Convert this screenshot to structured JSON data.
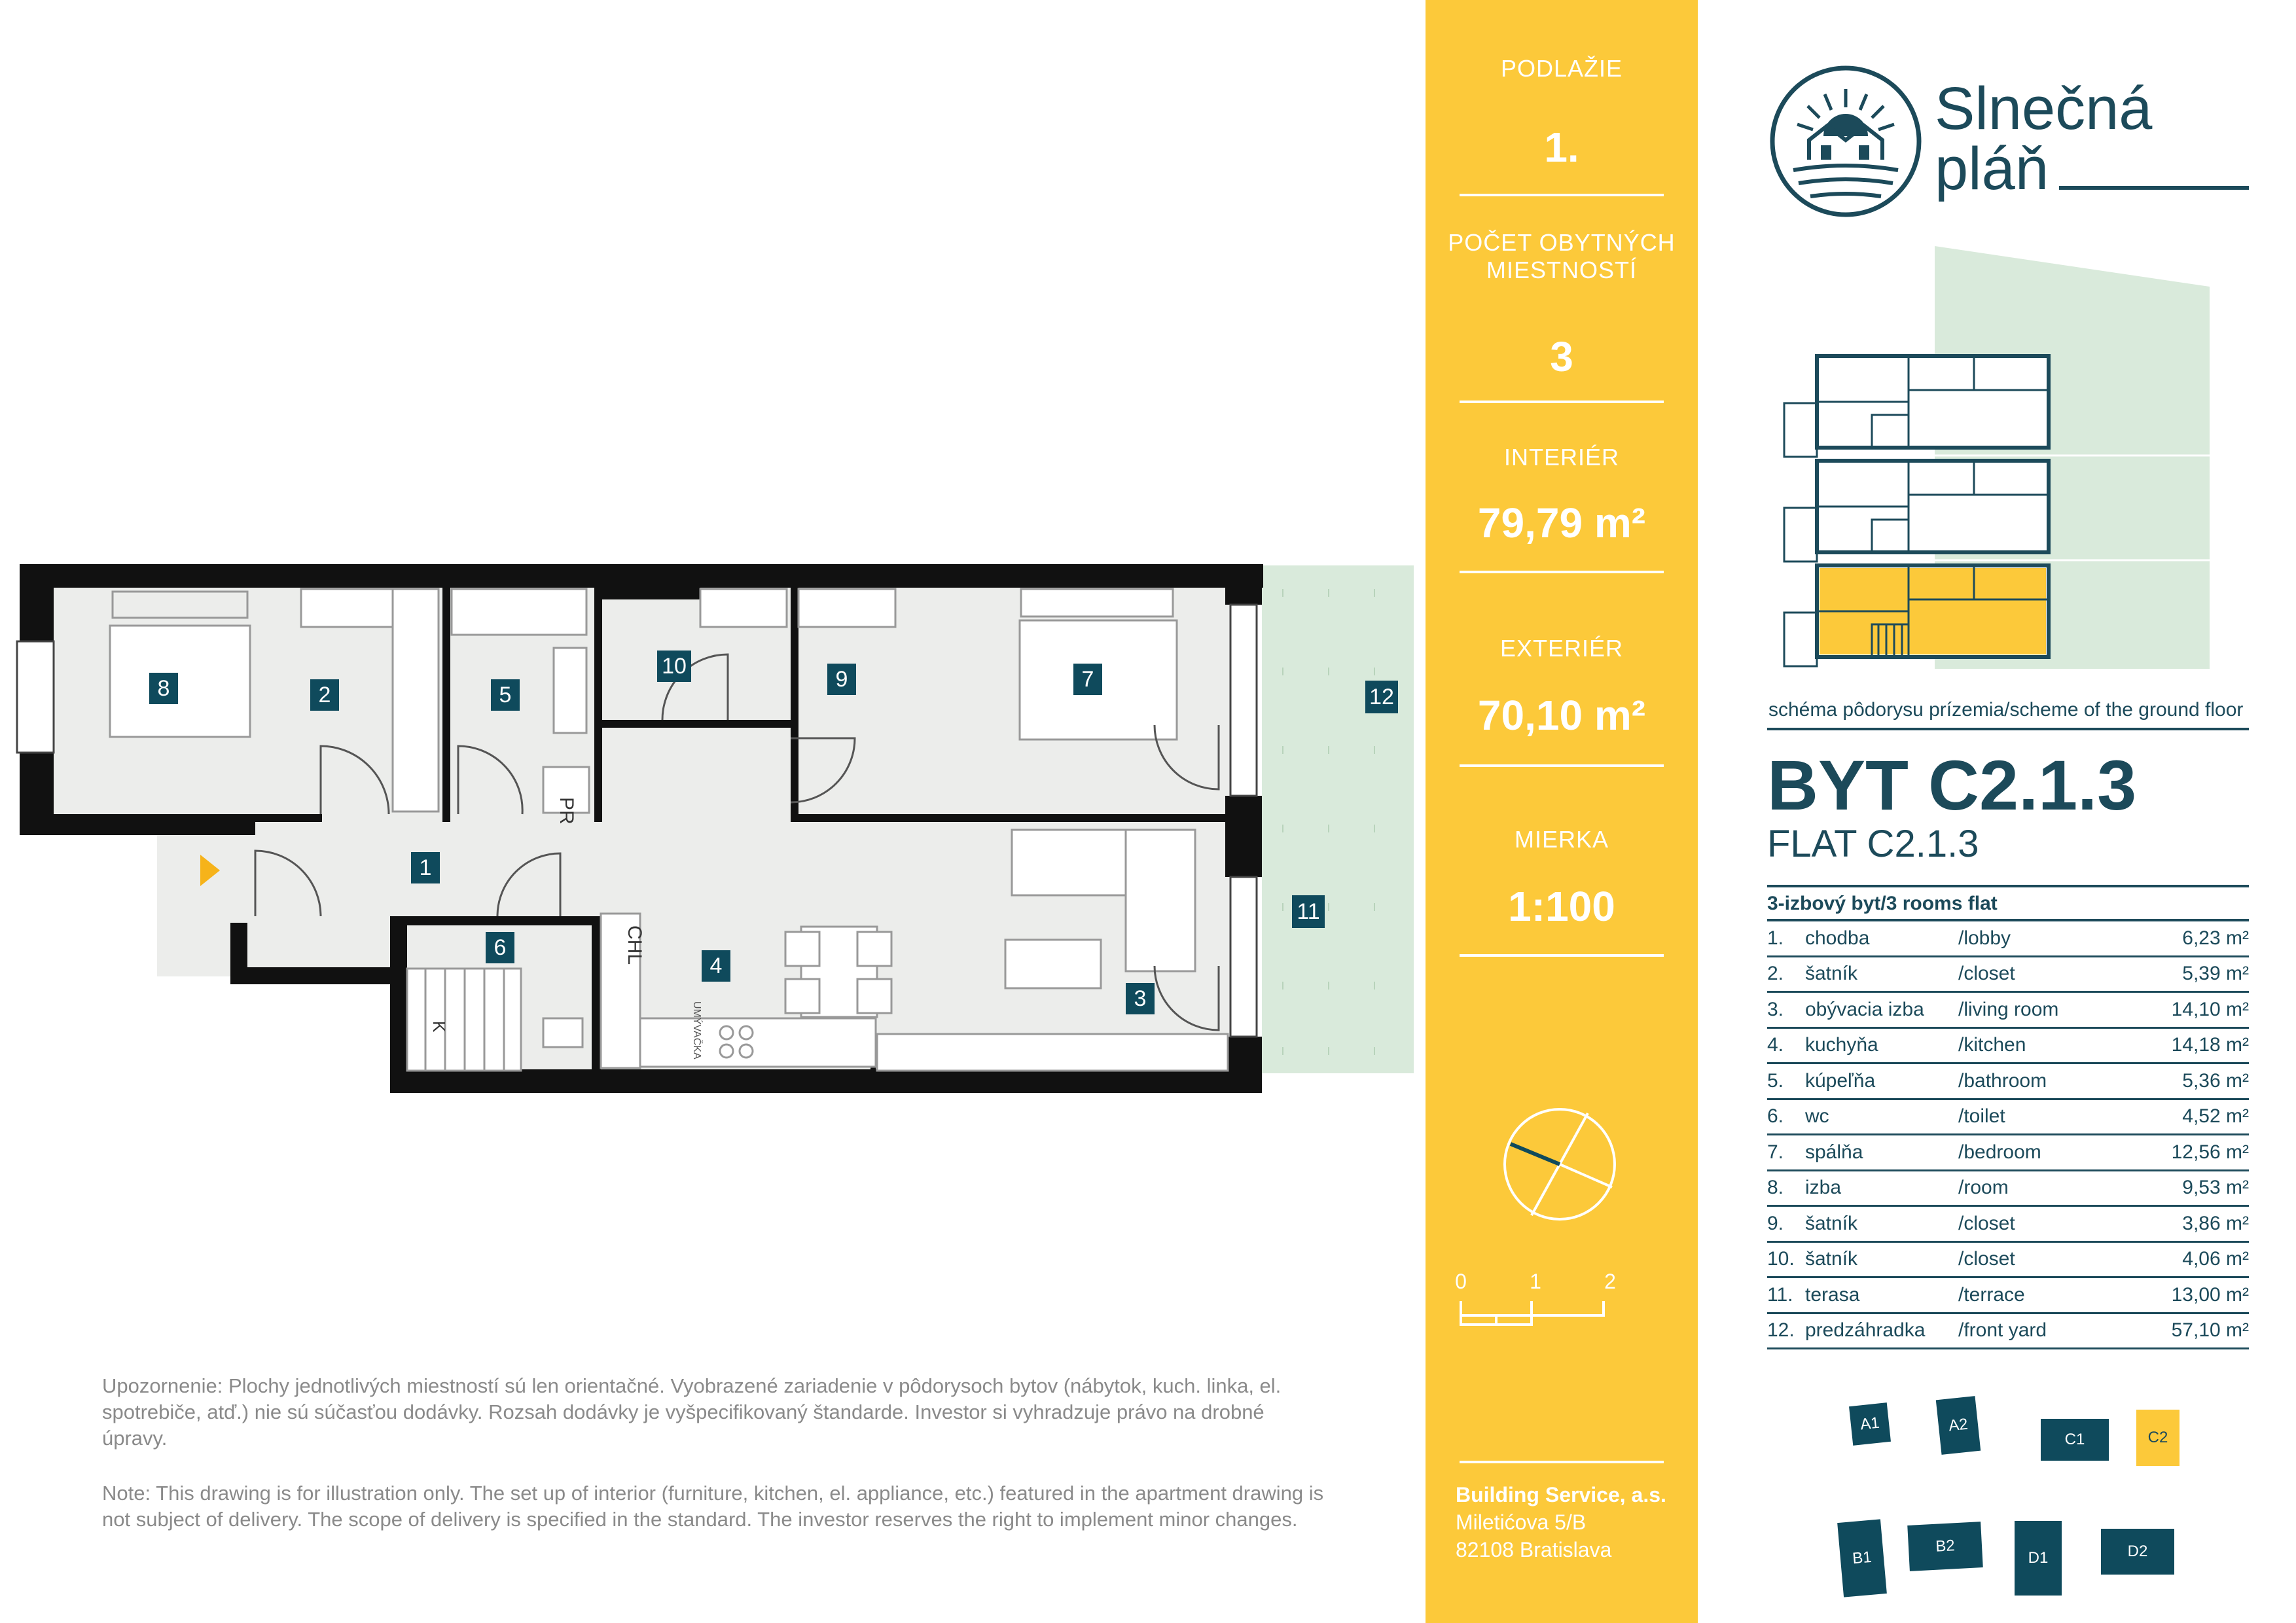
{
  "colors": {
    "accent": "#fcc93a",
    "brand": "#1c4a5a",
    "garden": "#d9eadb",
    "floor": "#ecedeb",
    "wall": "#111111"
  },
  "plan": {
    "room_labels": [
      "1",
      "2",
      "3",
      "4",
      "5",
      "6",
      "7",
      "8",
      "9",
      "10",
      "11",
      "12"
    ],
    "fixture_labels": {
      "pr": "PR",
      "chl": "CHL",
      "umyvadlo": "UMÝVAČKA",
      "k": "K"
    }
  },
  "band": {
    "floor_label": "PODLAŽIE",
    "floor_value": "1.",
    "rooms_label_1": "POČET OBYTNÝCH",
    "rooms_label_2": "MIESTNOSTÍ",
    "rooms_value": "3",
    "interior_label": "INTERIÉR",
    "interior_value": "79,79 m²",
    "exterior_label": "EXTERIÉR",
    "exterior_value": "70,10 m²",
    "scale_label": "MIERKA",
    "scale_value": "1:100",
    "scale_ticks": [
      "0",
      "1",
      "2"
    ],
    "company": "Building Service, a.s.",
    "street": "Miletićova 5/B",
    "city": "82108 Bratislava"
  },
  "logo": {
    "line1": "Slnečná",
    "line2": "pláň"
  },
  "scheme_caption": "schéma pôdorysu prízemia/scheme of the ground floor",
  "title": "BYT C2.1.3",
  "subtitle": "FLAT C2.1.3",
  "table_header": "3-izbový byt/3 rooms flat",
  "rooms": [
    {
      "n": "1.",
      "sk": "chodba",
      "en": "/lobby",
      "area": "6,23 m²"
    },
    {
      "n": "2.",
      "sk": "šatník",
      "en": "/closet",
      "area": "5,39 m²"
    },
    {
      "n": "3.",
      "sk": "obývacia izba",
      "en": "/living room",
      "area": "14,10 m²"
    },
    {
      "n": "4.",
      "sk": "kuchyňa",
      "en": "/kitchen",
      "area": "14,18 m²"
    },
    {
      "n": "5.",
      "sk": "kúpeľňa",
      "en": "/bathroom",
      "area": "5,36 m²"
    },
    {
      "n": "6.",
      "sk": "wc",
      "en": "/toilet",
      "area": "4,52 m²"
    },
    {
      "n": "7.",
      "sk": "spálňa",
      "en": "/bedroom",
      "area": "12,56 m²"
    },
    {
      "n": "8.",
      "sk": "izba",
      "en": "/room",
      "area": "9,53 m²"
    },
    {
      "n": "9.",
      "sk": "šatník",
      "en": "/closet",
      "area": "3,86 m²"
    },
    {
      "n": "10.",
      "sk": "šatník",
      "en": "/closet",
      "area": "4,06 m²"
    },
    {
      "n": "11.",
      "sk": "terasa",
      "en": "/terrace",
      "area": "13,00 m²"
    },
    {
      "n": "12.",
      "sk": "predzáhradka",
      "en": "/front yard",
      "area": "57,10 m²"
    }
  ],
  "buildings": [
    {
      "id": "A1",
      "active": false
    },
    {
      "id": "A2",
      "active": false
    },
    {
      "id": "C1",
      "active": false
    },
    {
      "id": "C2",
      "active": true
    },
    {
      "id": "B1",
      "active": false
    },
    {
      "id": "B2",
      "active": false
    },
    {
      "id": "D1",
      "active": false
    },
    {
      "id": "D2",
      "active": false
    }
  ],
  "note_sk": "Upozornenie: Plochy jednotlivých miestností sú len orientačné. Vyobrazené zariadenie v pôdorysoch bytov (nábytok, kuch. linka, el. spotrebiče, atď.) nie sú súčasťou dodávky. Rozsah dodávky je vyšpecifikovaný štandarde. Investor si vyhradzuje právo na drobné úpravy.",
  "note_en": "Note: This drawing is for illustration only. The set up of interior (furniture, kitchen, el. appliance, etc.) featured in the apartment drawing is not subject of delivery. The scope of delivery is specified in the standard. The investor reserves the right to implement minor changes."
}
